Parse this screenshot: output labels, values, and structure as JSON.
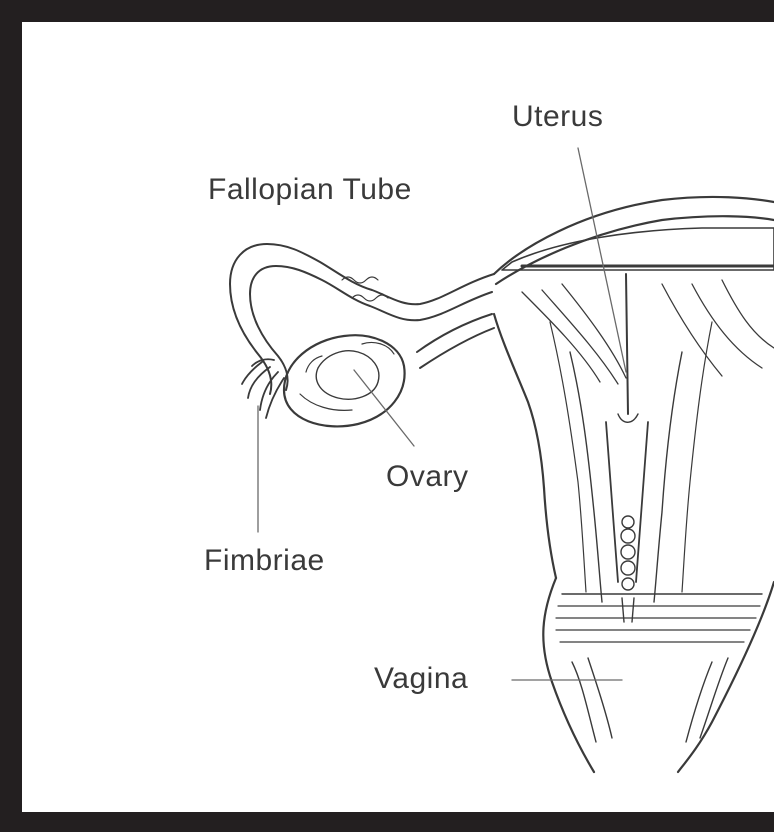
{
  "labels": {
    "uterus": "Uterus",
    "fallopian_tube": "Fallopian Tube",
    "ovary": "Ovary",
    "fimbriae": "Fimbriae",
    "vagina": "Vagina"
  },
  "colors": {
    "frame": "#231f20",
    "background": "#ffffff",
    "ink": "#3a3a3a"
  }
}
